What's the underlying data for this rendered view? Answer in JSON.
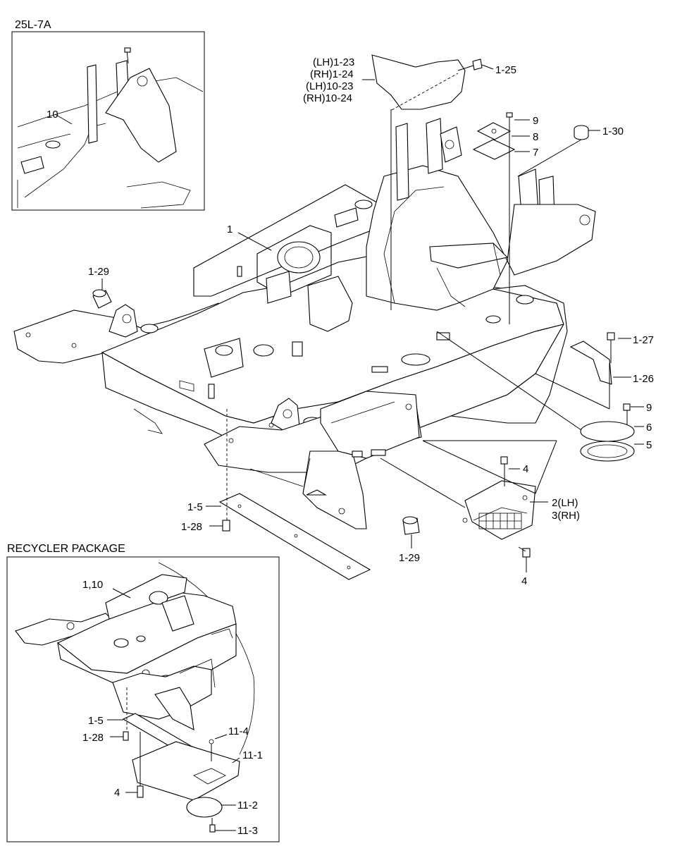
{
  "insets": {
    "top_left_title": "25L-7A",
    "bottom_left_title": "RECYCLER PACKAGE"
  },
  "callouts": {
    "main": [
      {
        "key": "c_lh_1_23",
        "text": "(LH)1-23"
      },
      {
        "key": "c_rh_1_24",
        "text": "(RH)1-24"
      },
      {
        "key": "c_lh_10_23",
        "text": "(LH)10-23"
      },
      {
        "key": "c_rh_10_24",
        "text": "(RH)10-24"
      },
      {
        "key": "c_1_25",
        "text": "1-25"
      },
      {
        "key": "c_9_top",
        "text": "9"
      },
      {
        "key": "c_8",
        "text": "8"
      },
      {
        "key": "c_7",
        "text": "7"
      },
      {
        "key": "c_1_30",
        "text": "1-30"
      },
      {
        "key": "c_1",
        "text": "1"
      },
      {
        "key": "c_1_29_left",
        "text": "1-29"
      },
      {
        "key": "c_1_27",
        "text": "1-27"
      },
      {
        "key": "c_1_26",
        "text": "1-26"
      },
      {
        "key": "c_9_right",
        "text": "9"
      },
      {
        "key": "c_6",
        "text": "6"
      },
      {
        "key": "c_5",
        "text": "5"
      },
      {
        "key": "c_4_top",
        "text": "4"
      },
      {
        "key": "c_2_lh",
        "text": "2(LH)"
      },
      {
        "key": "c_3_rh",
        "text": "3(RH)"
      },
      {
        "key": "c_4_bottom",
        "text": "4"
      },
      {
        "key": "c_1_29_bottom",
        "text": "1-29"
      },
      {
        "key": "c_1_5",
        "text": "1-5"
      },
      {
        "key": "c_1_28",
        "text": "1-28"
      }
    ],
    "inset_top": [
      {
        "key": "i_10",
        "text": "10"
      }
    ],
    "inset_bottom": [
      {
        "key": "r_1_10",
        "text": "1,10"
      },
      {
        "key": "r_1_5",
        "text": "1-5"
      },
      {
        "key": "r_1_28",
        "text": "1-28"
      },
      {
        "key": "r_11_4",
        "text": "11-4"
      },
      {
        "key": "r_11_1",
        "text": "11-1"
      },
      {
        "key": "r_4",
        "text": "4"
      },
      {
        "key": "r_11_2",
        "text": "11-2"
      },
      {
        "key": "r_11_3",
        "text": "11-3"
      }
    ]
  }
}
